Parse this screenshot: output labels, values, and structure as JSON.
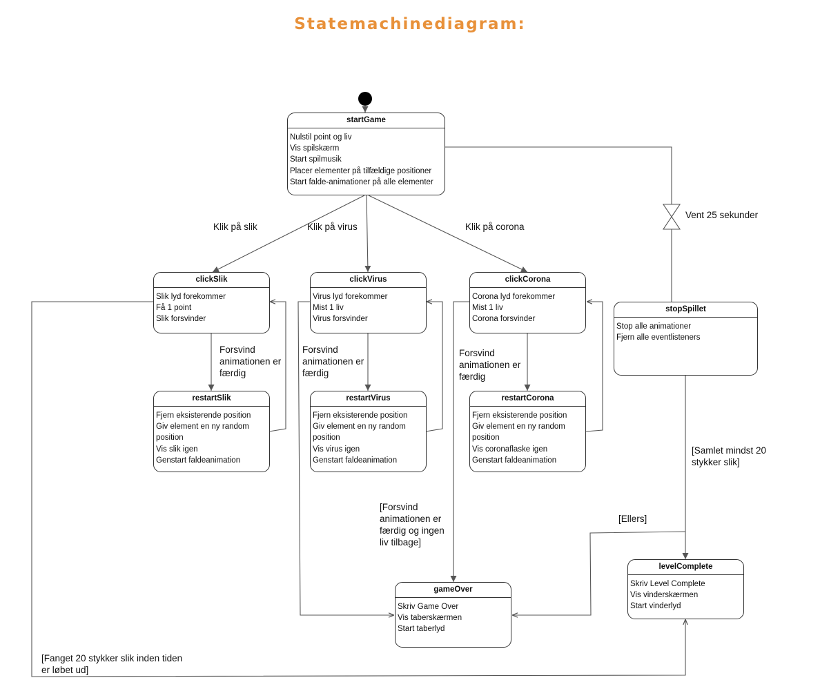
{
  "title": "Statemachinediagram:",
  "states": {
    "startGame": {
      "name": "startGame",
      "lines": [
        "Nulstil point og liv",
        "Vis spilskærm",
        "Start spilmusik",
        "Placer elementer på tilfældige positioner",
        "Start falde-animationer på alle elementer"
      ]
    },
    "clickSlik": {
      "name": "clickSlik",
      "lines": [
        "Slik lyd forekommer",
        "Få 1 point",
        "Slik forsvinder"
      ]
    },
    "clickVirus": {
      "name": "clickVirus",
      "lines": [
        "Virus lyd forekommer",
        "Mist 1 liv",
        "Virus forsvinder"
      ]
    },
    "clickCorona": {
      "name": "clickCorona",
      "lines": [
        "Corona lyd forekommer",
        "Mist 1 liv",
        "Corona forsvinder"
      ]
    },
    "stopSpillet": {
      "name": "stopSpillet",
      "lines": [
        "Stop alle animationer",
        "Fjern alle eventlisteners"
      ]
    },
    "restartSlik": {
      "name": "restartSlik",
      "lines": [
        "Fjern eksisterende position",
        "Giv element en ny random",
        "position",
        "Vis slik igen",
        "Genstart faldeanimation"
      ]
    },
    "restartVirus": {
      "name": "restartVirus",
      "lines": [
        "Fjern eksisterende position",
        "Giv element en ny random",
        "position",
        "Vis virus igen",
        "Genstart faldeanimation"
      ]
    },
    "restartCorona": {
      "name": "restartCorona",
      "lines": [
        "Fjern eksisterende position",
        "Giv element en ny random",
        "position",
        "Vis coronaflaske igen",
        "Genstart faldeanimation"
      ]
    },
    "levelComplete": {
      "name": "levelComplete",
      "lines": [
        "Skriv Level Complete",
        "Vis vinderskærmen",
        "Start vinderlyd"
      ]
    },
    "gameOver": {
      "name": "gameOver",
      "lines": [
        "Skriv Game Over",
        "Vis taberskærmen",
        "Start taberlyd"
      ]
    }
  },
  "transitions": {
    "click_slik": "Klik på slik",
    "click_virus": "Klik på virus",
    "click_corona": "Klik på corona",
    "wait": "Vent 25 sekunder",
    "fade_slik": [
      "Forsvind",
      "animationen er",
      "færdig"
    ],
    "fade_virus": [
      "Forsvind",
      "animationen er",
      "færdig"
    ],
    "fade_corona": [
      "Forsvind",
      "animationen er",
      "færdig"
    ],
    "collected": [
      "[Samlet mindst 20",
      "stykker slik]"
    ],
    "else": "[Ellers]",
    "no_lives": [
      "[Forsvind",
      "animationen er",
      "færdig og ingen",
      "liv tilbage]"
    ],
    "caught": [
      "[Fanget 20 stykker slik inden tiden",
      "er løbet ud]"
    ]
  },
  "colors": {
    "title": "#e8913a",
    "line": "#555555",
    "border": "#333333"
  }
}
